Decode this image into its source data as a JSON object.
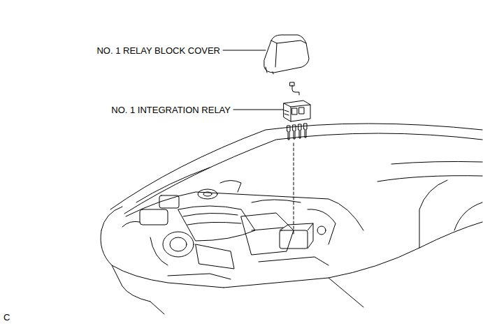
{
  "diagram": {
    "labels": [
      "NO. 1 RELAY BLOCK COVER",
      "NO. 1 INTEGRATION RELAY",
      "C"
    ]
  }
}
